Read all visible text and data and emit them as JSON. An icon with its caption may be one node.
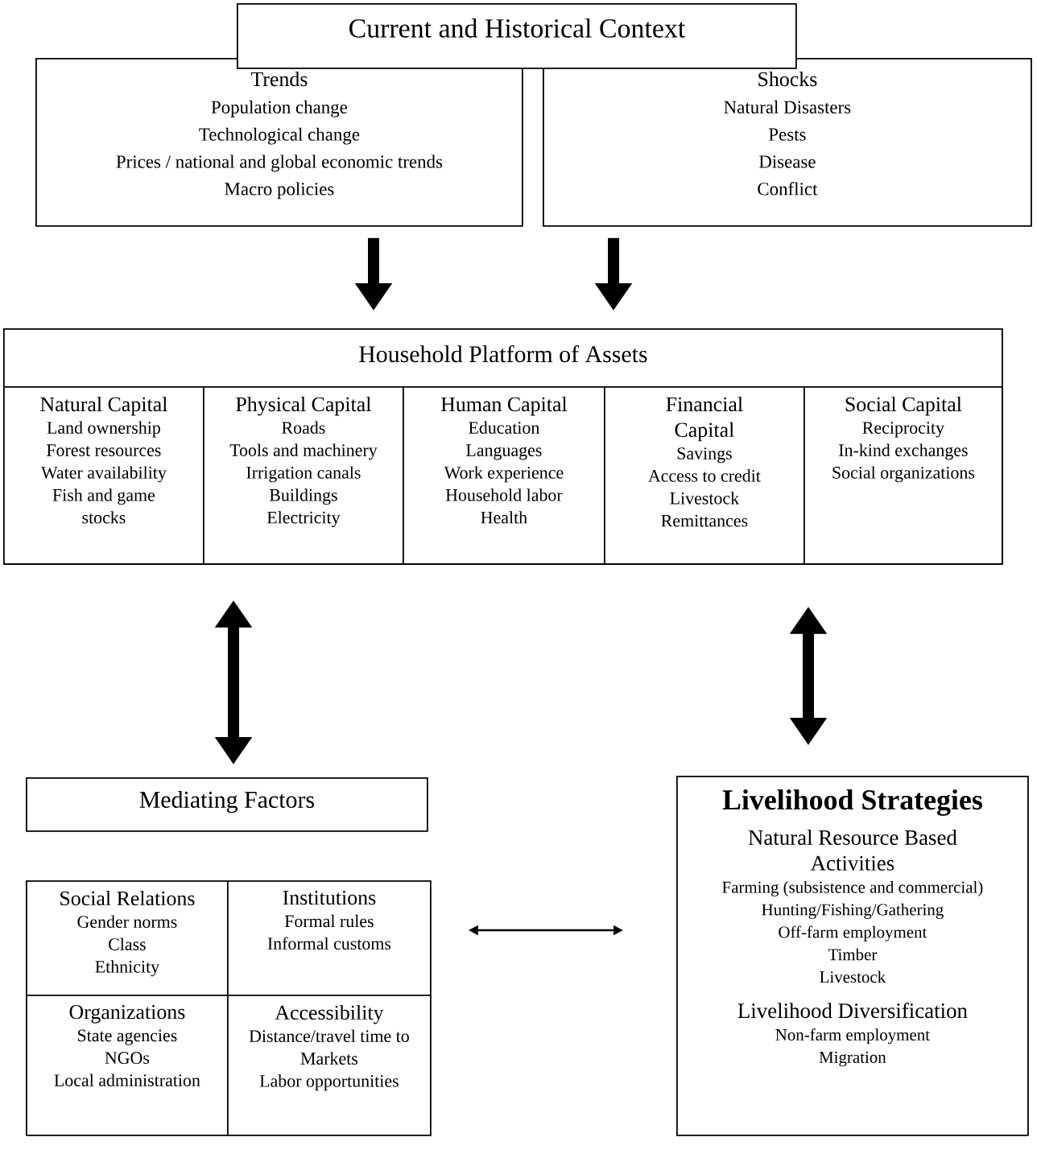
{
  "diagram": {
    "nodes": [
      {
        "text": [
          "Current and Historical Context"
        ]
      },
      {
        "text": [
          "Trends",
          "Population change",
          "Technological change",
          "Prices / national and global economic trends",
          "Macro policies"
        ]
      },
      {
        "text": [
          "Shocks",
          "Natural Disasters",
          "Pests",
          "Disease",
          "Conflict"
        ]
      },
      {
        "text": [
          "Household Platform of Assets"
        ]
      },
      {
        "text": [
          "Natural Capital",
          "Land ownership",
          "Forest resources",
          "Water availability",
          "Fish and game stocks"
        ],
        "in": 3
      },
      {
        "text": [
          "Physical Capital",
          "Roads",
          "Tools and machinery",
          "Irrigation canals",
          "Buildings",
          "Electricity"
        ],
        "in": 3
      },
      {
        "text": [
          "Human Capital",
          "Education",
          "Languages",
          "Work experience",
          "Household labor",
          "Health"
        ],
        "in": 3
      },
      {
        "text": [
          "Financial Capital",
          "Savings",
          "Access to credit",
          "Livestock",
          "Remittances"
        ],
        "in": 3
      },
      {
        "text": [
          "Social Capital",
          "Reciprocity",
          "In-kind exchanges",
          "Social organizations"
        ],
        "in": 3
      },
      {
        "text": [
          "Mediating Factors"
        ]
      },
      {
        "text": [
          "Social Relations",
          "Gender norms",
          "Class",
          "Ethnicity"
        ]
      },
      {
        "text": [
          "Institutions",
          "Formal rules",
          "Informal customs"
        ]
      },
      {
        "text": [
          "Organizations",
          "State agencies",
          "NGOs",
          "Local administration"
        ]
      },
      {
        "text": [
          "Accessibility",
          "Distance/travel time to Markets",
          "Labor opportunities"
        ]
      },
      {
        "text": [
          "Livelihood Strategies",
          "Natural Resource Based Activities",
          "Farming (subsistence and commercial)",
          "Hunting/Fishing/Gathering",
          "Off-farm employment",
          "Timber",
          "Livestock",
          "Livelihood Diversification",
          "Non-farm employment",
          "Migration"
        ]
      }
    ],
    "edges": [
      {
        "from": 1,
        "to": 3,
        "arrow": "to"
      },
      {
        "from": 2,
        "to": 3,
        "arrow": "to"
      },
      {
        "from": 3,
        "to": 9,
        "arrow": "both"
      },
      {
        "from": 3,
        "to": 14,
        "arrow": "both"
      },
      {
        "from": 11,
        "to": 14,
        "arrow": "both"
      }
    ]
  }
}
